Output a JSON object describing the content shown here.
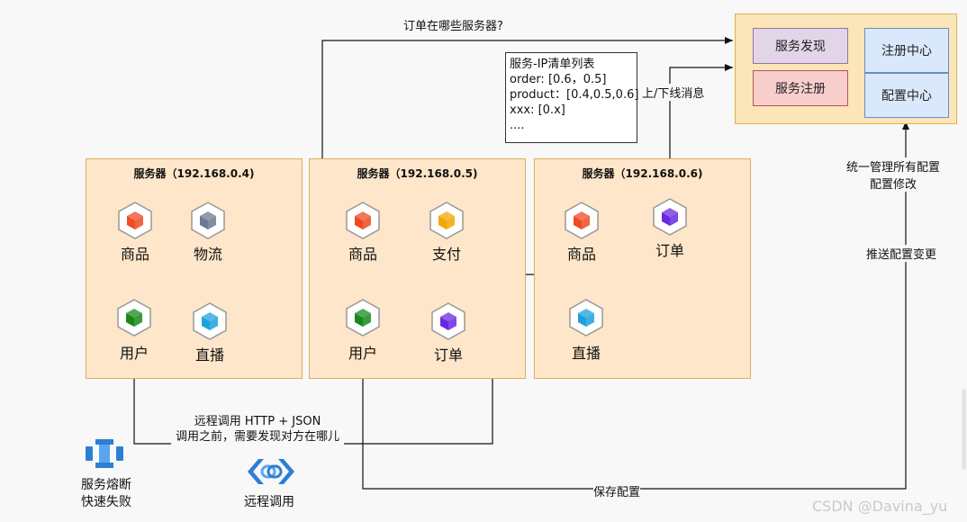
{
  "top_question": "订单在哪些服务器?",
  "servers": [
    {
      "title": "服务器（192.168.0.4)",
      "services": [
        "商品",
        "物流",
        "用户",
        "直播"
      ]
    },
    {
      "title": "服务器（192.168.0.5)",
      "services": [
        "商品",
        "支付",
        "用户",
        "订单"
      ]
    },
    {
      "title": "服务器（192.168.0.6)",
      "services": [
        "商品",
        "订单",
        "直播"
      ]
    }
  ],
  "ip_list": {
    "title": "服务-IP清单列表",
    "line1": "order: [0.6，0.5]",
    "line2": "product：[0.4,0.5,0.6]",
    "line3": "xxx: [0.x]",
    "line4": "...."
  },
  "online_msg": "上/下线消息",
  "config_panel": {
    "discovery": "服务发现",
    "registration": "服务注册",
    "registry_center": "注册中心",
    "config_center": "配置中心"
  },
  "manage_config": {
    "line1": "统一管理所有配置",
    "line2": "配置修改"
  },
  "push_config": "推送配置变更",
  "remote_call_note": {
    "line1": "远程调用  HTTP + JSON",
    "line2": "调用之前，需要发现对方在哪儿"
  },
  "save_config": "保存配置",
  "circuit_breaker": {
    "line1": "服务熔断",
    "line2": "快速失败"
  },
  "remote_call_label": "远程调用",
  "watermark": "CSDN @Davina_yu",
  "colors": {
    "product": "#f04a22",
    "logistics": "#6b7a8f",
    "user": "#17891a",
    "live": "#1ea0e0",
    "pay": "#f2a600",
    "order": "#6a29e0"
  }
}
